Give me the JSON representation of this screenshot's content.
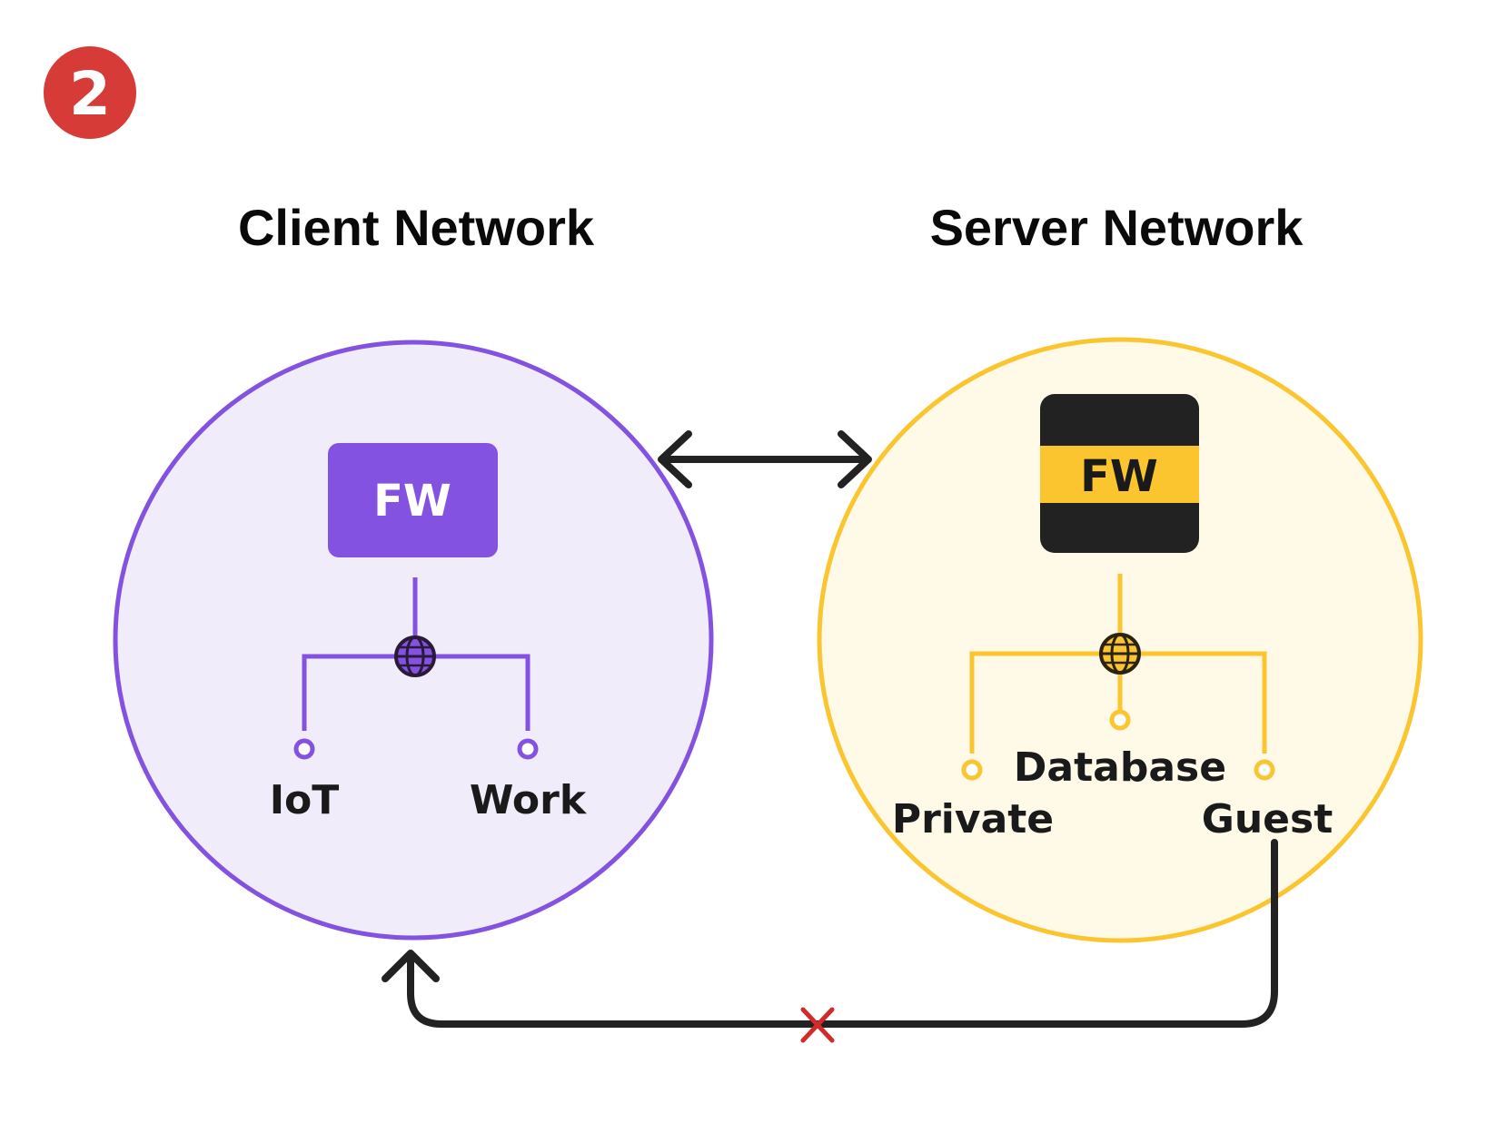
{
  "step_badge": {
    "number": "2",
    "color": "#D63B37"
  },
  "colors": {
    "client_stroke": "#8352E0",
    "client_fill": "#F1ECFA",
    "server_stroke": "#FBC52F",
    "server_fill": "#FFF9E8",
    "connector": "#222222",
    "blocked_mark": "#D02B2B"
  },
  "client": {
    "title": "Client Network",
    "firewall_label": "FW",
    "globe_icon": "globe-icon",
    "segments": [
      "IoT",
      "Work"
    ]
  },
  "server": {
    "title": "Server Network",
    "firewall_label": "FW",
    "globe_icon": "globe-icon",
    "segments": [
      "Private",
      "Database",
      "Guest"
    ]
  },
  "links": [
    {
      "from": "Client Network",
      "to": "Server Network",
      "direction": "bidirectional",
      "blocked": false
    },
    {
      "from": "Guest",
      "to": "Client Network",
      "direction": "one-way",
      "blocked": true
    }
  ]
}
